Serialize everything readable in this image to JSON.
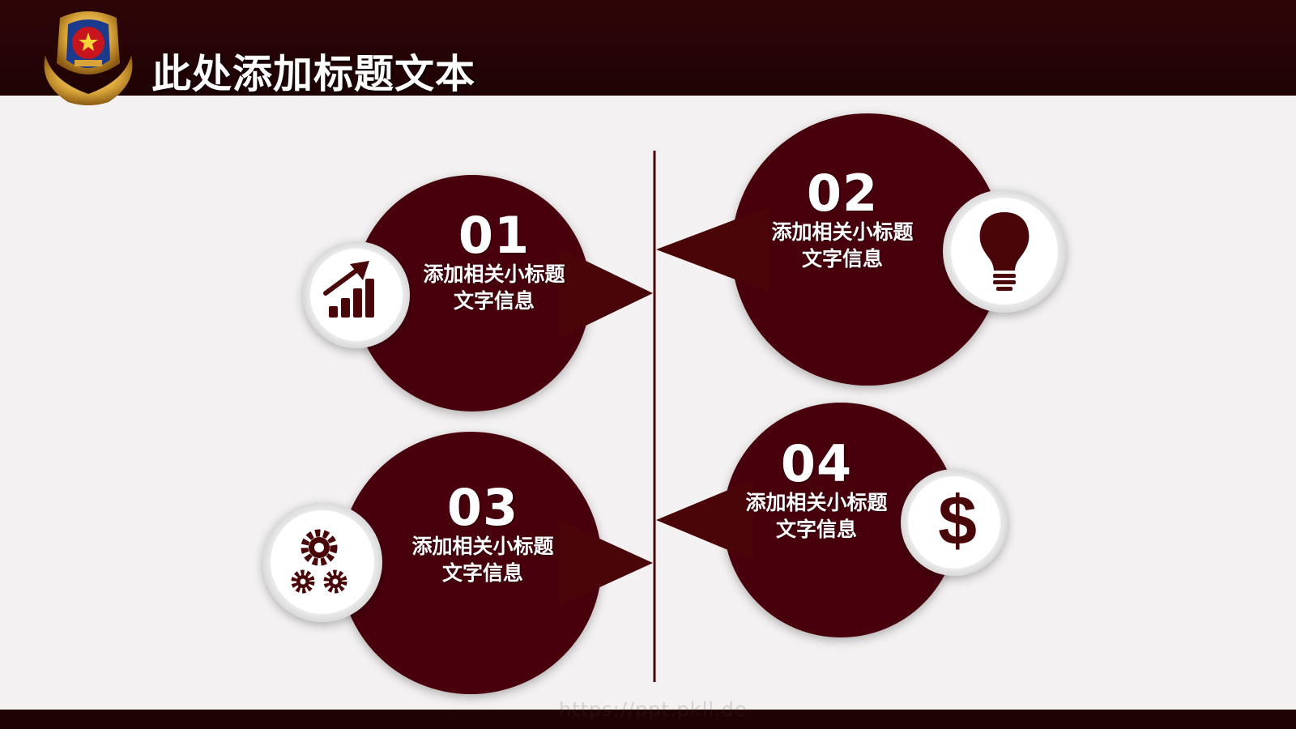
{
  "header": {
    "title": "此处添加标题文本",
    "emblem_icon": "police-emblem-icon",
    "background": "#2a0406"
  },
  "colors": {
    "accent": "#4a0508",
    "background": "#f3f1f1",
    "icon_disc": "#ffffff"
  },
  "items": [
    {
      "number": "01",
      "line1": "添加相关小标题",
      "line2": "文字信息",
      "icon": "growth-chart-icon"
    },
    {
      "number": "02",
      "line1": "添加相关小标题",
      "line2": "文字信息",
      "icon": "lightbulb-icon"
    },
    {
      "number": "03",
      "line1": "添加相关小标题",
      "line2": "文字信息",
      "icon": "gears-icon"
    },
    {
      "number": "04",
      "line1": "添加相关小标题",
      "line2": "文字信息",
      "icon": "dollar-icon"
    }
  ],
  "watermark": "https://ppt.pkll.de"
}
